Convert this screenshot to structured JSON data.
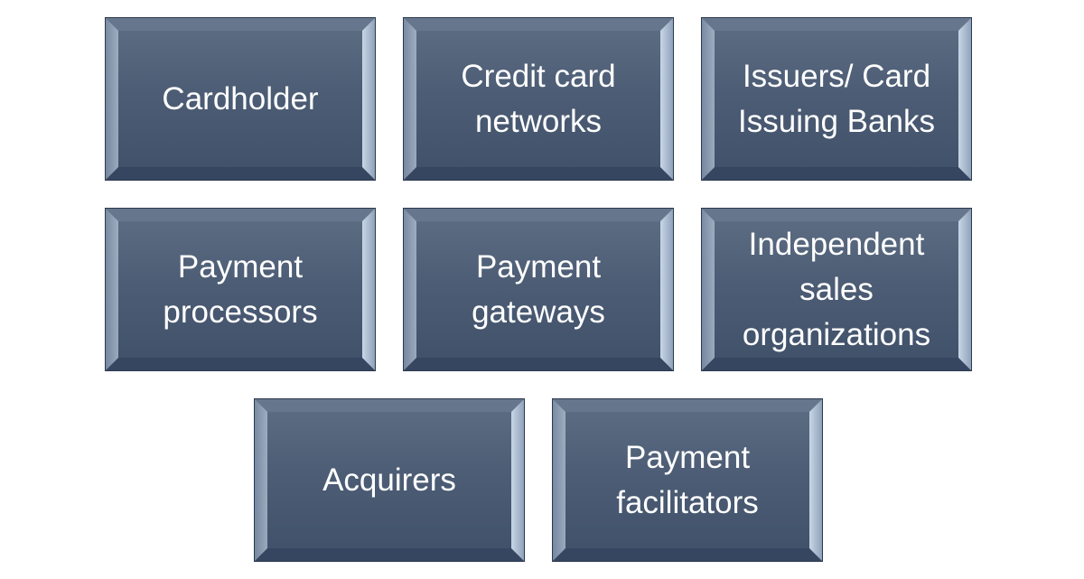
{
  "boxes": [
    {
      "label": "Cardholder"
    },
    {
      "label": "Credit card\nnetworks"
    },
    {
      "label": "Issuers/ Card\nIssuing Banks"
    },
    {
      "label": "Payment\nprocessors"
    },
    {
      "label": "Payment\ngateways"
    },
    {
      "label": "Independent\nsales\norganizations"
    },
    {
      "label": "Acquirers"
    },
    {
      "label": "Payment\nfacilitators"
    }
  ]
}
